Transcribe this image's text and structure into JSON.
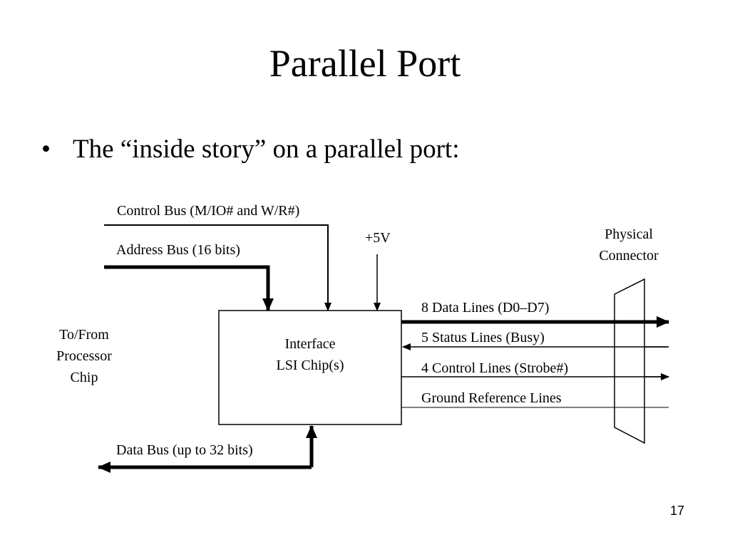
{
  "slide": {
    "title": "Parallel Port",
    "bullet_marker": "•",
    "bullet_text": "The “inside story” on a parallel port:",
    "page_number": "17"
  },
  "diagram": {
    "control_bus_label": "Control Bus (M/IO# and W/R#)",
    "address_bus_label": "Address Bus (16 bits)",
    "power_label": "+5V",
    "physical_connector_label": [
      "Physical",
      "Connector"
    ],
    "processor_label": [
      "To/From",
      "Processor",
      "Chip"
    ],
    "chip_label": [
      "Interface",
      "LSI Chip(s)"
    ],
    "data_bus_label": "Data Bus (up to 32 bits)",
    "port_lines": [
      {
        "label": "8 Data Lines (D0–D7)",
        "direction": "out"
      },
      {
        "label": "5 Status Lines (Busy)",
        "direction": "in"
      },
      {
        "label": "4 Control Lines (Strobe#)",
        "direction": "out"
      },
      {
        "label": "Ground Reference Lines",
        "direction": "none"
      }
    ]
  }
}
